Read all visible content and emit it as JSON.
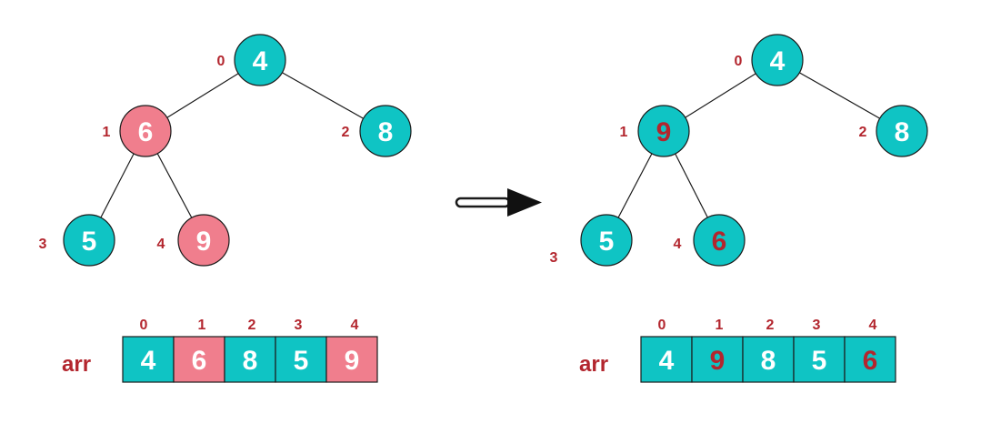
{
  "colors": {
    "teal": "#0fc4c4",
    "pink": "#f07e8d",
    "index_label": "#b3262e",
    "white_text": "#ffffff",
    "outline": "#1a1a1a"
  },
  "left": {
    "nodes": [
      {
        "index": "0",
        "value": "4",
        "fill": "teal",
        "text_color": "white"
      },
      {
        "index": "1",
        "value": "6",
        "fill": "pink",
        "text_color": "white"
      },
      {
        "index": "2",
        "value": "8",
        "fill": "teal",
        "text_color": "white"
      },
      {
        "index": "3",
        "value": "5",
        "fill": "teal",
        "text_color": "white"
      },
      {
        "index": "4",
        "value": "9",
        "fill": "pink",
        "text_color": "white"
      }
    ],
    "array_label": "arr",
    "array": [
      {
        "index": "0",
        "value": "4",
        "fill": "teal",
        "text_color": "white"
      },
      {
        "index": "1",
        "value": "6",
        "fill": "pink",
        "text_color": "white"
      },
      {
        "index": "2",
        "value": "8",
        "fill": "teal",
        "text_color": "white"
      },
      {
        "index": "3",
        "value": "5",
        "fill": "teal",
        "text_color": "white"
      },
      {
        "index": "4",
        "value": "9",
        "fill": "pink",
        "text_color": "white"
      }
    ]
  },
  "right": {
    "nodes": [
      {
        "index": "0",
        "value": "4",
        "fill": "teal",
        "text_color": "white"
      },
      {
        "index": "1",
        "value": "9",
        "fill": "teal",
        "text_color": "red"
      },
      {
        "index": "2",
        "value": "8",
        "fill": "teal",
        "text_color": "white"
      },
      {
        "index": "3",
        "value": "5",
        "fill": "teal",
        "text_color": "white"
      },
      {
        "index": "4",
        "value": "6",
        "fill": "teal",
        "text_color": "red"
      }
    ],
    "array_label": "arr",
    "array": [
      {
        "index": "0",
        "value": "4",
        "fill": "teal",
        "text_color": "white"
      },
      {
        "index": "1",
        "value": "9",
        "fill": "teal",
        "text_color": "red"
      },
      {
        "index": "2",
        "value": "8",
        "fill": "teal",
        "text_color": "white"
      },
      {
        "index": "3",
        "value": "5",
        "fill": "teal",
        "text_color": "white"
      },
      {
        "index": "4",
        "value": "6",
        "fill": "teal",
        "text_color": "red"
      }
    ]
  }
}
